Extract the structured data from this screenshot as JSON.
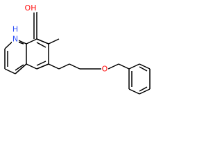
{
  "molecule": {
    "atoms": {
      "hydroxyl": {
        "symbol": "OH",
        "color": "#ff0d0d"
      },
      "ring_nitrogen": {
        "symbol": "N",
        "color": "#3050f8"
      },
      "ring_nitrogen_hydrogen": {
        "symbol": "H",
        "color": "#3050f8"
      },
      "ether_oxygen": {
        "symbol": "O",
        "color": "#ff0d0d"
      }
    },
    "bond_color": "#000000"
  }
}
